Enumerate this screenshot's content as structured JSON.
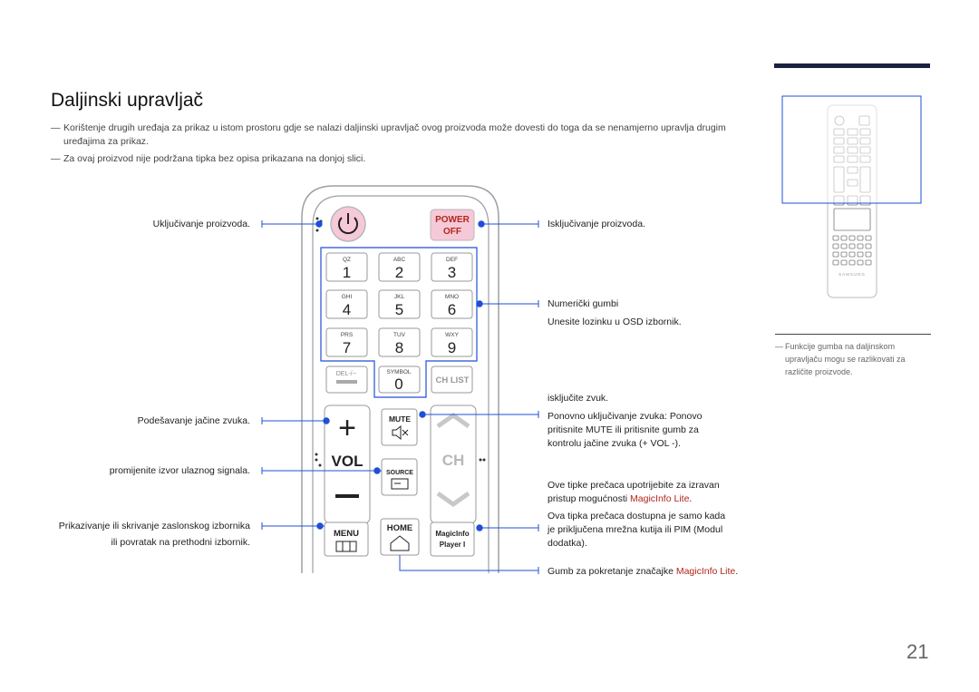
{
  "page": {
    "title": "Daljinski upravljač",
    "page_number": "21",
    "notes": [
      "Korištenje drugih uređaja za prikaz u istom prostoru gdje se nalazi daljinski upravljač ovog proizvoda može dovesti do toga da se nenamjerno upravlja drugim uređajima za prikaz.",
      "Za ovaj proizvod nije podržana tipka bez opisa prikazana na donjoj slici."
    ],
    "note_dash": "―",
    "side_note": "Funkcije gumba na daljinskom upravljaču mogu se razlikovati za različite proizvode.",
    "side_note_dash": "―"
  },
  "left_labels": {
    "power_on": "Uključivanje proizvoda.",
    "volume": "Podešavanje jačine zvuka.",
    "source": "promijenite izvor ulaznog signala.",
    "menu_line1": "Prikazivanje ili skrivanje zaslonskog izbornika",
    "menu_line2": "ili povratak na prethodni izbornik."
  },
  "right_labels": {
    "power_off": "Isključivanje proizvoda.",
    "numeric_title": "Numerički gumbi",
    "numeric_desc": "Unesite lozinku u OSD izbornik.",
    "mute_line1": "isključite zvuk.",
    "mute_line2": "Ponovno uključivanje zvuka: Ponovo",
    "mute_line3_a": "pritisnite ",
    "mute_line3_b": "MUTE",
    "mute_line3_c": " ili pritisnite gumb za",
    "mute_line4": "kontrolu jačine zvuka (+ VOL -).",
    "shortcut_line1": "Ove tipke prečaca upotrijebite za izravan",
    "shortcut_line2_a": "pristup mogućnosti ",
    "shortcut_line2_b": "MagicInfo Lite",
    "shortcut_line2_c": ".",
    "shortcut_line3": "Ova tipka prečaca dostupna je samo kada",
    "shortcut_line4": "je priključena mrežna kutija ili PIM (Modul",
    "shortcut_line5": "dodatka).",
    "magicinfo_a": "Gumb za pokretanje značajke ",
    "magicinfo_b": "MagicInfo Lite",
    "magicinfo_c": "."
  },
  "remote": {
    "power_off_line1": "POWER",
    "power_off_line2": "OFF",
    "keys": [
      {
        "letters": "QZ",
        "digit": "1"
      },
      {
        "letters": "ABC",
        "digit": "2"
      },
      {
        "letters": "DEF",
        "digit": "3"
      },
      {
        "letters": "GHI",
        "digit": "4"
      },
      {
        "letters": "JKL",
        "digit": "5"
      },
      {
        "letters": "MNO",
        "digit": "6"
      },
      {
        "letters": "PRS",
        "digit": "7"
      },
      {
        "letters": "TUV",
        "digit": "8"
      },
      {
        "letters": "WXY",
        "digit": "9"
      }
    ],
    "del_label": "DEL-/--",
    "symbol_label": "SYMBOL",
    "zero_digit": "0",
    "ch_list": "CH LIST",
    "vol_plus": "+",
    "vol_label": "VOL",
    "vol_minus": "−",
    "mute": "MUTE",
    "source": "SOURCE",
    "ch_label": "CH",
    "menu": "MENU",
    "home": "HOME",
    "magicinfo_line1": "MagicInfo",
    "magicinfo_line2": "Player I"
  },
  "thumbnail": {
    "brand": "SAMSUNG"
  },
  "colors": {
    "accent_blue": "#1f4fd8",
    "highlight_red": "#b0261c",
    "power_pink": "#f6c9d8",
    "dark_bar": "#1c2140"
  }
}
